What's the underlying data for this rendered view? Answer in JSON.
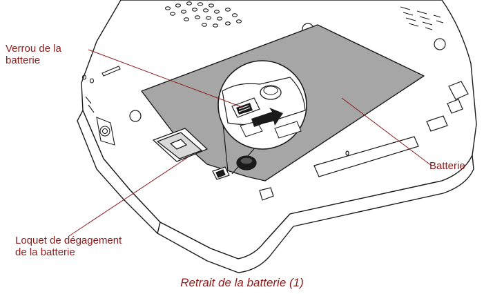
{
  "labels": {
    "battery_lock_line1": "Verrou de la",
    "battery_lock_line2": "batterie",
    "battery": "Batterie",
    "release_latch_line1": "Loquet de dégagement",
    "release_latch_line2": "de la batterie"
  },
  "caption": "Retrait de la batterie (1)",
  "colors": {
    "label_text": "#8b1a1a",
    "leader_line": "#8b1a1a",
    "battery_fill": "#a6a6a6",
    "outline": "#1a1a1a",
    "body_fill": "#ffffff"
  }
}
